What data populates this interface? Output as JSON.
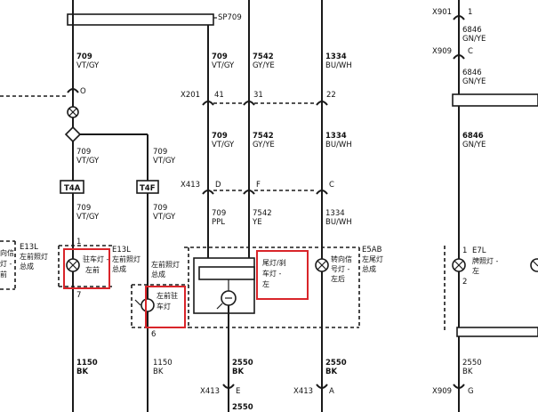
{
  "splice": {
    "label": "SP709"
  },
  "wires": {
    "w709_top": {
      "num": "709",
      "color": "VT/GY"
    },
    "w709_left": {
      "num": "709",
      "color": "VT/GY"
    },
    "w709_left2": {
      "num": "709",
      "color": "VT/GY"
    },
    "w709_right": {
      "num": "709",
      "color": "VT/GY"
    },
    "w709_right2": {
      "num": "709",
      "color": "VT/GY"
    },
    "w709_mid": {
      "num": "709",
      "color": "VT/GY"
    },
    "w709_mid2": {
      "num": "709",
      "color": "VT/GY"
    },
    "w709_ppl": {
      "num": "709",
      "color": "PPL"
    },
    "w7542_top": {
      "num": "7542",
      "color": "GY/YE"
    },
    "w7542_mid": {
      "num": "7542",
      "color": "GY/YE"
    },
    "w7542_ye": {
      "num": "7542",
      "color": "YE"
    },
    "w1334_top": {
      "num": "1334",
      "color": "BU/WH"
    },
    "w1334_mid": {
      "num": "1334",
      "color": "BU/WH"
    },
    "w1334_bot": {
      "num": "1334",
      "color": "BU/WH"
    },
    "w1150": {
      "num": "1150",
      "color": "BK"
    },
    "w1150b": {
      "num": "1150",
      "color": "BK"
    },
    "w2550a": {
      "num": "2550",
      "color": "BK"
    },
    "w2550b": {
      "num": "2550",
      "color": "BK"
    },
    "w2550c": {
      "num": "2550",
      "color": "BK"
    },
    "w2550d": {
      "num": "2550",
      "color": ""
    },
    "w6846a": {
      "num": "6846",
      "color": "GN/YE"
    },
    "w6846b": {
      "num": "6846",
      "color": "GN/YE"
    },
    "w6846c": {
      "num": "6846",
      "color": "GN/YE"
    }
  },
  "connectors": {
    "x201": "X201",
    "x413_top": "X413",
    "x413_e": "X413",
    "x413_a": "X413",
    "x901": "X901",
    "x909_top": "X909",
    "x909_bot": "X909"
  },
  "pins": {
    "o": "O",
    "p41": "41",
    "p31": "31",
    "p22": "22",
    "d": "D",
    "f": "F",
    "c": "C",
    "e": "E",
    "a": "A",
    "g": "G",
    "p1a": "1",
    "p7": "7",
    "p6": "6",
    "p1r": "1",
    "p2r": "2",
    "p1x": "1",
    "pc": "C"
  },
  "terminals": {
    "t4a": "T4A",
    "t4f": "T4F"
  },
  "components": {
    "e13l_left": {
      "id": "E13L",
      "l1": "左前照灯",
      "l2": "总成"
    },
    "e13l_mid": {
      "id": "E13L",
      "l1": "左前照灯",
      "l2": "总成"
    },
    "e13l_low": {
      "l1": "左前照灯",
      "l2": "总成"
    },
    "e5ab": {
      "id": "E5AB",
      "l1": "左尾灯",
      "l2": "总成"
    },
    "e7l": {
      "id": "E7L",
      "l1": "牌照灯 -",
      "l2": "左"
    },
    "parking_front": {
      "l1": "驻车灯 -",
      "l2": "左前"
    },
    "parking_front2": {
      "l1": "左前驻",
      "l2": "车灯"
    },
    "tail_left": {
      "l1": "尾灯/刹",
      "l2": "车灯 -",
      "l3": "左"
    },
    "turn_rear": {
      "l1": "转向信",
      "l2": "号灯 -",
      "l3": "左后"
    },
    "far_left": {
      "l1": "向信",
      "l2": "灯 -",
      "l3": "前"
    }
  }
}
